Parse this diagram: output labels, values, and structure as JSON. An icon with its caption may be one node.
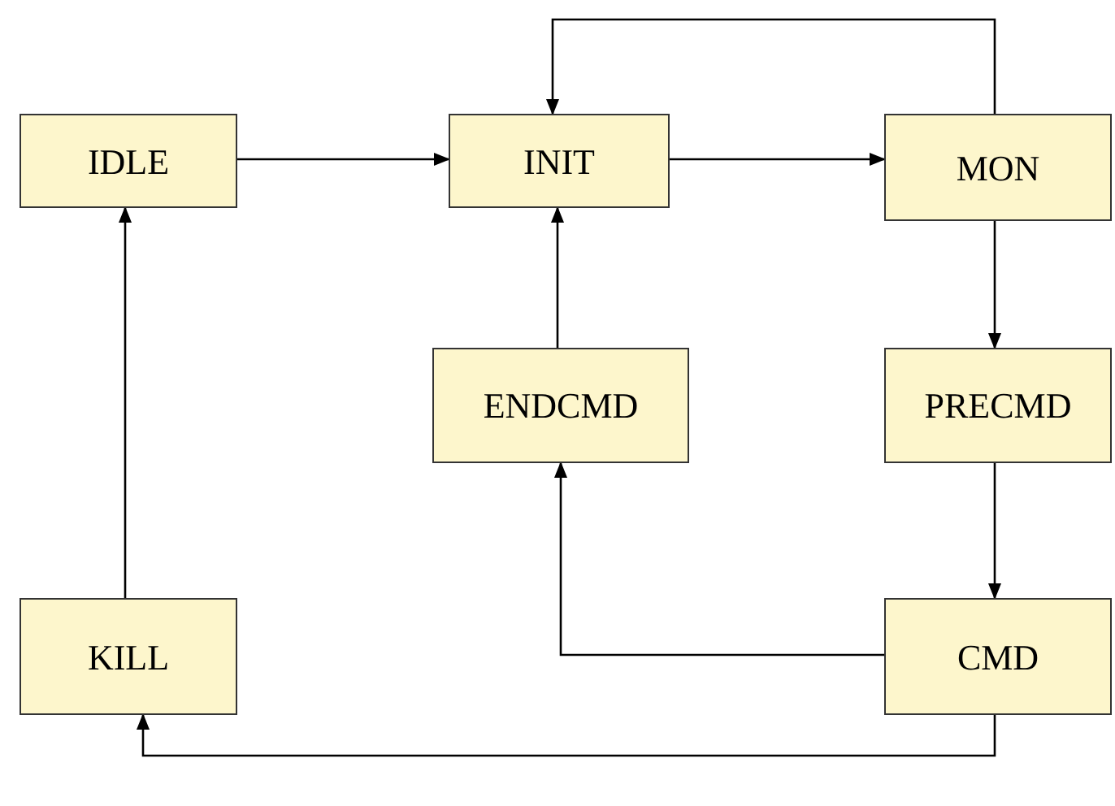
{
  "diagram": {
    "nodes": [
      {
        "text": [
          "IDLE"
        ]
      },
      {
        "text": [
          "INIT"
        ]
      },
      {
        "text": [
          "MON"
        ]
      },
      {
        "text": [
          "ENDCMD"
        ]
      },
      {
        "text": [
          "PRECMD"
        ]
      },
      {
        "text": [
          "KILL"
        ]
      },
      {
        "text": [
          "CMD"
        ]
      }
    ],
    "edges": [
      {
        "from": 0,
        "to": 1,
        "arrow": "to"
      },
      {
        "from": 1,
        "to": 2,
        "arrow": "to"
      },
      {
        "from": 2,
        "to": 1,
        "arrow": "to"
      },
      {
        "from": 2,
        "to": 4,
        "arrow": "to"
      },
      {
        "from": 4,
        "to": 6,
        "arrow": "to"
      },
      {
        "from": 6,
        "to": 3,
        "arrow": "to"
      },
      {
        "from": 3,
        "to": 1,
        "arrow": "to"
      },
      {
        "from": 6,
        "to": 5,
        "arrow": "to"
      },
      {
        "from": 5,
        "to": 0,
        "arrow": "to"
      }
    ]
  }
}
